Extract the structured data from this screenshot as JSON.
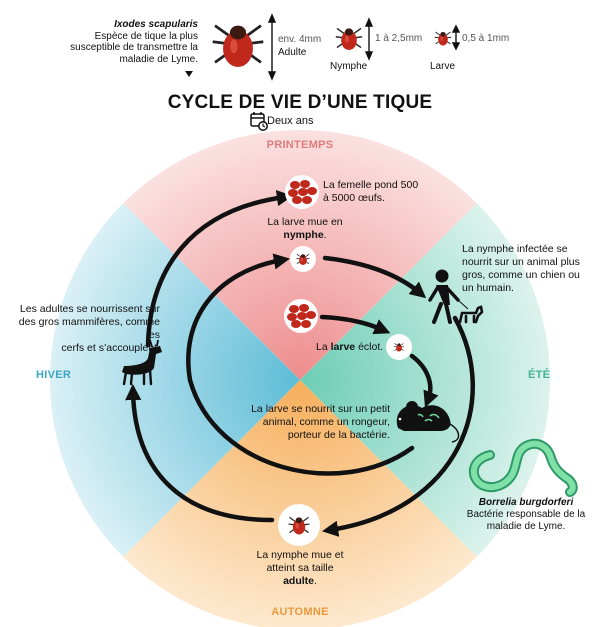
{
  "legend": {
    "species_name": "Ixodes scapularis",
    "species_desc": "Espèce de tique la plus susceptible de transmettre la maladie de Lyme.",
    "adult_size": "env. 4mm",
    "adult_label": "Adulte",
    "nymph_size": "1 à 2,5mm",
    "nymph_label": "Nymphe",
    "larva_size": "0,5 à 1mm",
    "larva_label": "Larve"
  },
  "title": "CYCLE DE VIE D’UNE TIQUE",
  "duration": "Deux ans",
  "seasons": {
    "spring": "PRINTEMPS",
    "summer": "ÉTÉ",
    "autumn": "AUTOMNE",
    "winter": "HIVER"
  },
  "steps": {
    "eggs_1": "La femelle pond 500",
    "eggs_2": "à 5000 œufs.",
    "molt_nymph_1": "La larve mue en",
    "molt_nymph_2": "nymphe",
    "nymph_feeds_1": "La nymphe infectée se",
    "nymph_feeds_2": "nourrit sur un animal plus",
    "nymph_feeds_3": "gros, comme un chien ou",
    "nymph_feeds_4": "un humain.",
    "larva_hatch_1": "La",
    "larva_hatch_2": "larve",
    "larva_hatch_3": "éclot.",
    "larva_feeds_1": "La larve se nourrit sur un petit",
    "larva_feeds_2": "animal, comme un rongeur,",
    "larva_feeds_3": "porteur de la bactérie.",
    "adult_molt_1": "La nymphe mue et",
    "adult_molt_2": "atteint sa taille",
    "adult_molt_3": "adulte",
    "adults_feed_1": "Les adultes se nourrissent sur",
    "adults_feed_2": "des gros mammifères, comme les",
    "adults_feed_3": "cerfs et s’accouplent."
  },
  "bacteria": {
    "name": "Borrelia burgdorferi",
    "desc_1": "Bactérie responsable de la",
    "desc_2": "maladie de Lyme."
  },
  "colors": {
    "spring": "#f2a0a0",
    "summer": "#8fd6c3",
    "autumn": "#f7bf7a",
    "winter": "#7fc9dd",
    "tick": "#c0281c",
    "bacteria": "#6fd09a"
  }
}
